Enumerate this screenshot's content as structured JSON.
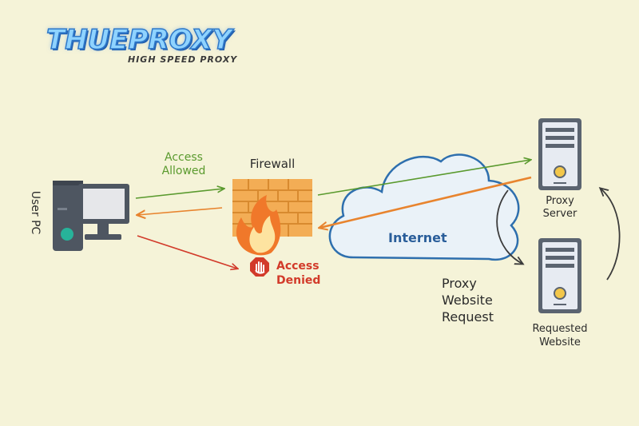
{
  "logo": {
    "title": "THUEPROXY",
    "subtitle": "HIGH SPEED PROXY"
  },
  "labels": {
    "user_pc": "User PC",
    "access_allowed_line1": "Access",
    "access_allowed_line2": "Allowed",
    "firewall": "Firewall",
    "access_denied_line1": "Access",
    "access_denied_line2": "Denied",
    "internet": "Internet",
    "proxy_request_line1": "Proxy",
    "proxy_request_line2": "Website",
    "proxy_request_line3": "Request",
    "proxy_server_line1": "Proxy",
    "proxy_server_line2": "Server",
    "requested_website_line1": "Requested",
    "requested_website_line2": "Website"
  },
  "colors": {
    "background": "#f5f3d8",
    "allowed": "#5a9a2e",
    "response": "#e8842e",
    "denied": "#d23a2a",
    "firewall_brick": "#f0a64a",
    "cloud_stroke": "#2e6fae",
    "cloud_fill": "#eaf2f8",
    "server_body": "#5b6470",
    "server_face": "#e7ebf2"
  }
}
